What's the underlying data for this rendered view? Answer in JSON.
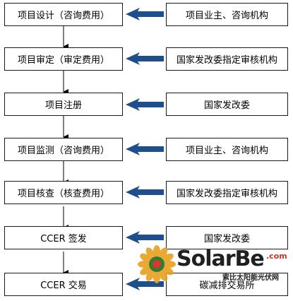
{
  "flow": {
    "steps": [
      {
        "label": "项目设计（咨询费用）",
        "party": "项目业主、咨询机构"
      },
      {
        "label": "项目审定（审定费用）",
        "party": "国家发改委指定审核机构"
      },
      {
        "label": "项目注册",
        "party": "国家发改委"
      },
      {
        "label": "项目监测（咨询费用）",
        "party": "项目业主、咨询机构"
      },
      {
        "label": "项目核查（核查费用）",
        "party": "国家发改委指定审核机构"
      },
      {
        "label": "CCER 签发",
        "party": "国家发改委"
      },
      {
        "label": "CCER 交易",
        "party": "碳减排交易所"
      }
    ]
  },
  "watermark": {
    "brand": "SolarBe",
    "domain": ".com",
    "subtitle": "索比太阳能光伏网"
  },
  "colors": {
    "border": "#1a1a1a",
    "arrow": "#1f4e8c",
    "down_arrow": "#000000"
  }
}
